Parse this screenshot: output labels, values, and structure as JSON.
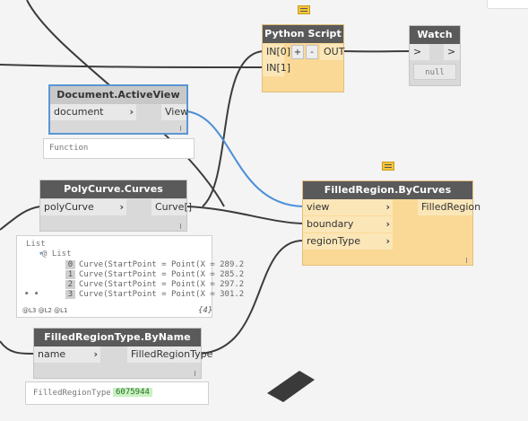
{
  "colors": {
    "wire": "#3c3c3c",
    "selected_wire": "#4b8fd6",
    "node_title": "#5a5a5a",
    "python_body": "#fad996",
    "selected_border": "#5a96d4"
  },
  "python": {
    "title": "Python Script",
    "in0": "IN[0]",
    "in1": "IN[1]",
    "plus": "+",
    "minus": "-",
    "out": "OUT"
  },
  "watch": {
    "title": "Watch",
    "in_chev": ">",
    "out_chev": ">",
    "value": "null"
  },
  "docview": {
    "title": "Document.ActiveView",
    "input": "document",
    "output": "View",
    "preview": "Function"
  },
  "polycurve": {
    "title": "PolyCurve.Curves",
    "input": "polyCurve",
    "output": "Curve[]",
    "preview": {
      "root": "List",
      "sub": "@ List",
      "items": [
        {
          "idx": "0",
          "text": "Curve(StartPoint = Point(X = 289.2"
        },
        {
          "idx": "1",
          "text": "Curve(StartPoint = Point(X = 285.2"
        },
        {
          "idx": "2",
          "text": "Curve(StartPoint = Point(X = 297.2"
        },
        {
          "idx": "3",
          "text": "Curve(StartPoint = Point(X = 301.2"
        }
      ],
      "levels": "@L3 @L2 @L1",
      "count": "{4}"
    }
  },
  "filledregion": {
    "title": "FilledRegion.ByCurves",
    "in_view": "view",
    "in_boundary": "boundary",
    "in_regiontype": "regionType",
    "output": "FilledRegion"
  },
  "regiontype": {
    "title": "FilledRegionType.ByName",
    "input": "name",
    "output": "FilledRegionType",
    "preview_label": "FilledRegionType",
    "preview_value": "6075944"
  }
}
